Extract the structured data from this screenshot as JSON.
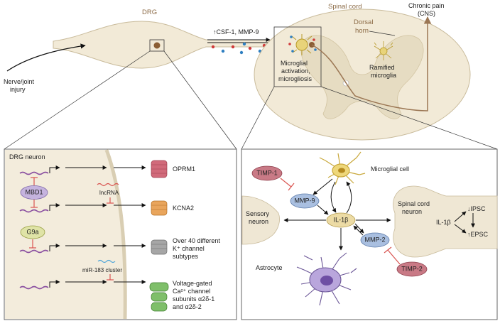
{
  "top": {
    "drg_label": "DRG",
    "spinal_cord_label": "Spinal cord",
    "chronic_pain_label_1": "Chronic pain",
    "chronic_pain_label_2": "(CNS)",
    "injury_label_1": "Nerve/joint",
    "injury_label_2": "injury",
    "csf_label": "CSF-1, MMP-9",
    "dorsal_horn_1": "Dorsal",
    "dorsal_horn_2": "horn",
    "microglial_activation_1": "Microglial",
    "microglial_activation_2": "activation,",
    "microglial_activation_3": "microgliosis",
    "ramified_1": "Ramified",
    "ramified_2": "microglia"
  },
  "left_panel": {
    "title": "DRG neuron",
    "oprm1": "OPRM1",
    "kcna2": "KCNA2",
    "lncrna": "lncRNA",
    "mbd1": "MBD1",
    "g9a": "G9a",
    "k_channel_1": "Over 40 different",
    "k_channel_2": "K⁺ channel",
    "k_channel_3": "subtypes",
    "mir183": "miR-183 cluster",
    "ca_channel_1": "Voltage-gated",
    "ca_channel_2": "Ca²⁺ channel",
    "ca_channel_3": "subunits α2δ-1",
    "ca_channel_4": "and α2δ-2"
  },
  "right_panel": {
    "timp1": "TIMP-1",
    "timp2": "TIMP-2",
    "mmp9": "MMP-9",
    "mmp2": "MMP-2",
    "il1b": "IL-1β",
    "microglial_cell": "Microglial cell",
    "sensory_neuron_1": "Sensory",
    "sensory_neuron_2": "neuron",
    "astrocyte": "Astrocyte",
    "sc_neuron_1": "Spinal cord",
    "sc_neuron_2": "neuron",
    "sc_il1b": "IL-1β",
    "ipsc": "IPSC",
    "epsc": "EPSC"
  },
  "colors": {
    "tissue": "#f2ead7",
    "tissue_stroke": "#c9bb9b",
    "brown": "#9b7653",
    "panel_border": "#555555",
    "inhibit": "#d9534f",
    "timp": "#c97a86",
    "mmp": "#a9bfe0",
    "il1b": "#ecdba5",
    "g9a": "#dfe3a6",
    "mbd1": "#c5b3de",
    "dna": "#8a4fa0"
  }
}
